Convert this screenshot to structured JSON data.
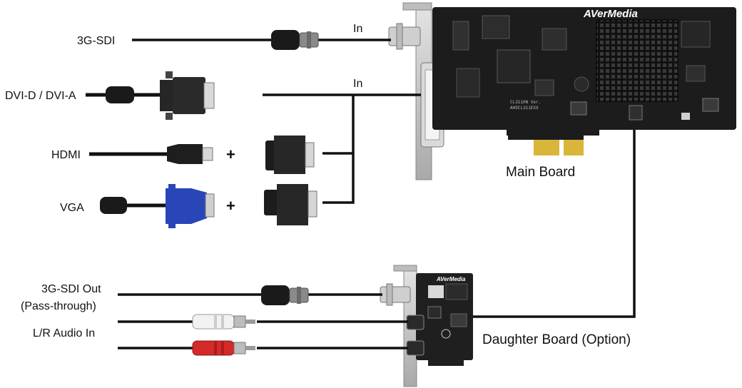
{
  "labels": {
    "sdi_in": "3G-SDI",
    "dvi": "DVI-D / DVI-A",
    "hdmi": "HDMI",
    "vga": "VGA",
    "sdi_out_line1": "3G-SDI Out",
    "sdi_out_line2": "(Pass-through)",
    "audio": "L/R Audio In",
    "in_sdi": "In",
    "in_dvi": "In",
    "plus_hdmi": "+",
    "plus_vga": "+",
    "main_board": "Main Board",
    "daughter_board": "Daughter Board (Option)"
  },
  "main_board": {
    "brand": "AVerMedia",
    "chip_marking_1": "CL311HN  Ver.",
    "chip_marking_2": "AH5CL311EXX"
  },
  "daughter_board": {
    "brand": "AVerMedia"
  },
  "colors": {
    "line": "#111111",
    "pcb": "#1c1c1c",
    "bracket": "#c8c8c8",
    "vga_blue": "#2846b8",
    "audio_red": "#d42a2a",
    "audio_white": "#f2f2f2",
    "gold_fingers": "#d9b53a"
  }
}
